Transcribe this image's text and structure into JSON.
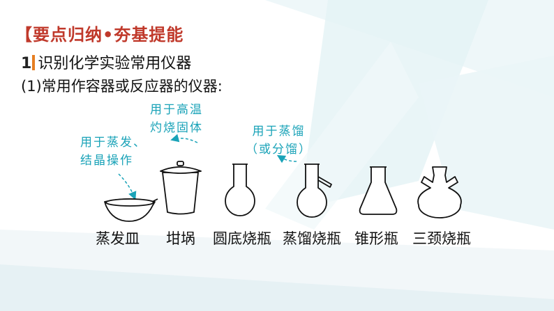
{
  "header": {
    "title": "【要点归纳•夯基提能"
  },
  "point": {
    "number": "1",
    "title": "识别化学实验常用仪器"
  },
  "subtitle": "(1)常用作容器或反应器的仪器:",
  "annotations": {
    "evaporating_dish": {
      "line1": "用于蒸发、",
      "line2": "结晶操作"
    },
    "crucible": {
      "line1": "用于高温",
      "line2": "灼烧固体"
    },
    "distillation_flask": {
      "line1": "用于蒸馏",
      "line2": "（或分馏）"
    }
  },
  "instruments": [
    {
      "label": "蒸发皿",
      "icon": "evaporating-dish-icon"
    },
    {
      "label": "坩埚",
      "icon": "crucible-icon"
    },
    {
      "label": "圆底烧瓶",
      "icon": "round-bottom-flask-icon"
    },
    {
      "label": "蒸馏烧瓶",
      "icon": "distillation-flask-icon"
    },
    {
      "label": "锥形瓶",
      "icon": "conical-flask-icon"
    },
    {
      "label": "三颈烧瓶",
      "icon": "three-neck-flask-icon"
    }
  ],
  "colors": {
    "header": "#c0392b",
    "annotation": "#1aa3b8",
    "accent_bar": "#e67e22",
    "background_decoration": "#e6f4f6"
  }
}
